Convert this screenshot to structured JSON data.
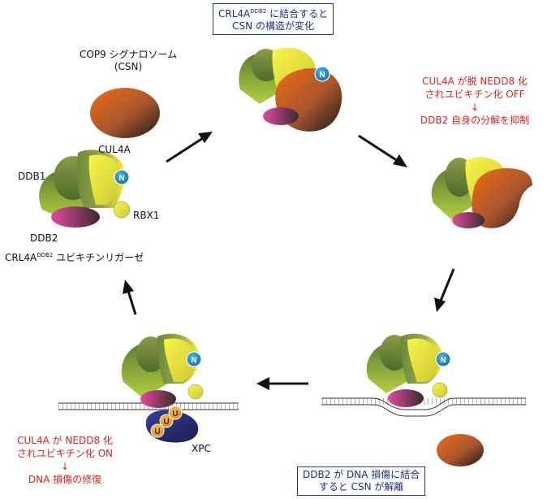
{
  "labels": {
    "csn": [
      "COP9 シグナロソーム",
      "(CSN)"
    ],
    "cul4a": "CUL4A",
    "ddb1": "DDB1",
    "rbx1": "RBX1",
    "ddb2": "DDB2",
    "ligase_prefix": "CRL4A",
    "ligase_sup": "DDB2",
    "ligase_suffix": " ユビキチンリガーゼ",
    "n": "N",
    "u": "U",
    "xpc": "XPC"
  },
  "box_top": {
    "line1_prefix": "CRL4A",
    "line1_sup": "DDB2",
    "line1_suffix": " に結合すると",
    "line2": "CSN の構造が変化"
  },
  "box_bottom": {
    "line1": "DDB2 が DNA 損傷に結合",
    "line2": "すると CSN が解離"
  },
  "red_right": {
    "line1": "CUL4A が脱 NEDD8 化",
    "line2": "されユビキチン化 OFF",
    "arrow": "↓",
    "line3": "DDB2 自身の分解を抑制"
  },
  "red_left": {
    "line1": "CUL4A が NEDD8 化",
    "line2": "されユビキチン化 ON",
    "arrow": "↓",
    "line3": "DNA 損傷の修復"
  },
  "colors": {
    "cul4a_green": "#7a9a3a",
    "ddb1_lime": "#a8c43c",
    "yellow": "#f2ee3a",
    "magenta": "#d6479a",
    "orange": "#e36b1c",
    "nedd8_blue": "#2a9fd6",
    "ubiquitin": "#f5a623",
    "xpc_navy": "#2a2f7a",
    "red_text": "#e0201a",
    "box_blue": "#2b3990"
  }
}
